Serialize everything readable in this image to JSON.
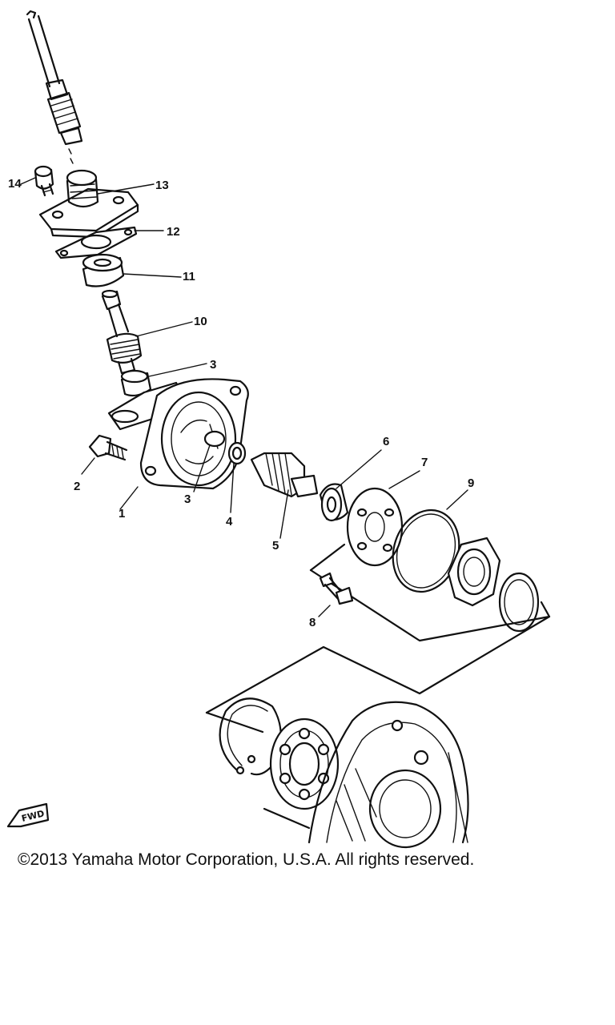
{
  "diagram": {
    "callouts": [
      {
        "id": "c1",
        "label": "1"
      },
      {
        "id": "c2",
        "label": "2"
      },
      {
        "id": "c3a",
        "label": "3"
      },
      {
        "id": "c3b",
        "label": "3"
      },
      {
        "id": "c4",
        "label": "4"
      },
      {
        "id": "c5",
        "label": "5"
      },
      {
        "id": "c6",
        "label": "6"
      },
      {
        "id": "c7",
        "label": "7"
      },
      {
        "id": "c8",
        "label": "8"
      },
      {
        "id": "c9",
        "label": "9"
      },
      {
        "id": "c10",
        "label": "10"
      },
      {
        "id": "c11",
        "label": "11"
      },
      {
        "id": "c12",
        "label": "12"
      },
      {
        "id": "c13",
        "label": "13"
      },
      {
        "id": "c14",
        "label": "14"
      }
    ],
    "fwd_label": "FWD"
  },
  "footer": {
    "copyright": "©2013 Yamaha Motor Corporation, U.S.A. All rights reserved."
  }
}
